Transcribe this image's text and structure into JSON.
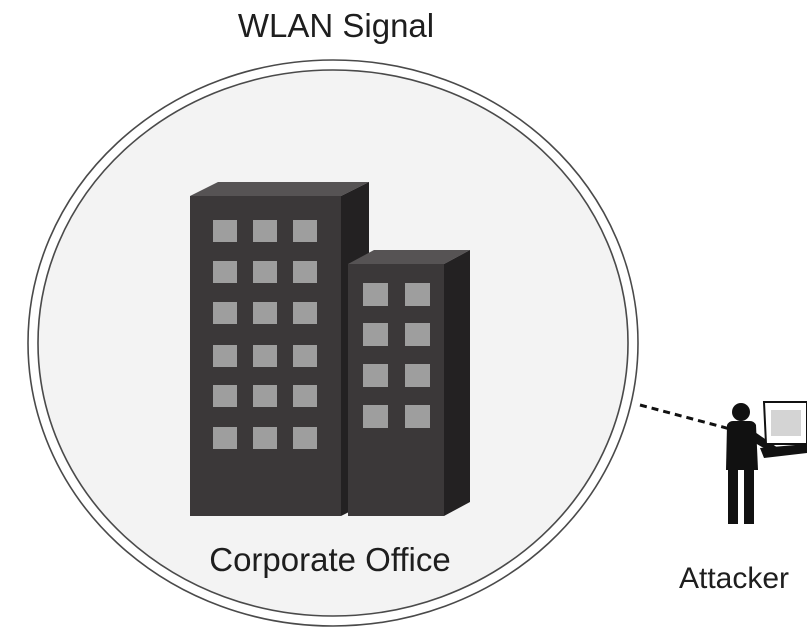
{
  "labels": {
    "signal": "WLAN Signal",
    "office": "Corporate Office",
    "attacker": "Attacker"
  },
  "colors": {
    "background": "#ffffff",
    "signal_area": "#f3f3f3",
    "signal_ring": "#4a4a4a",
    "building_front": "#3b3839",
    "building_side": "#232122",
    "building_top": "#565354",
    "window": "#9e9e9e",
    "attacker": "#111111",
    "laptop_screen": "#d4d4d4"
  },
  "icons": {
    "building": "office-building-icon",
    "attacker": "person-with-laptop-icon",
    "link": "dashed-connection-line"
  }
}
